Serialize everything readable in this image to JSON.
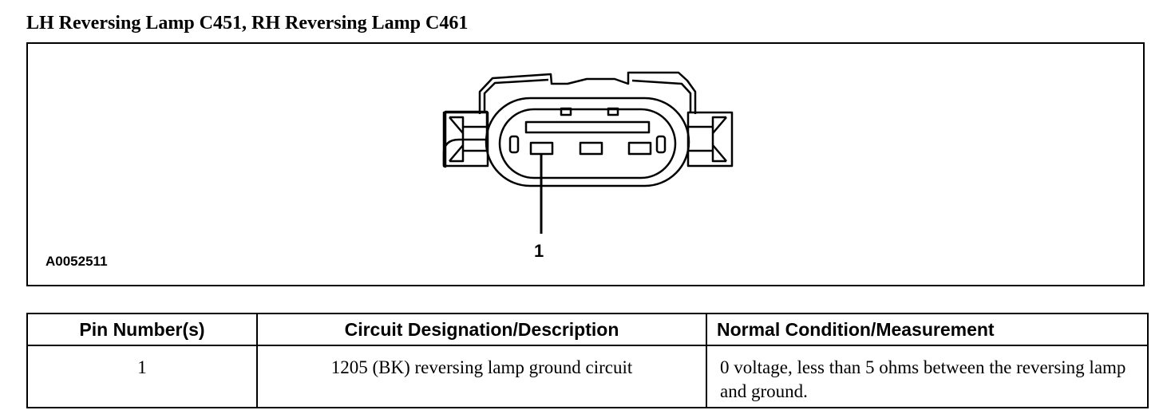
{
  "title": "LH Reversing Lamp C451, RH Reversing Lamp C461",
  "figure": {
    "id": "A0052511",
    "callout": "1"
  },
  "table": {
    "headers": [
      "Pin Number(s)",
      "Circuit Designation/Description",
      "Normal Condition/Measurement"
    ],
    "rows": [
      [
        "1",
        "1205 (BK) reversing lamp ground circuit",
        "0 voltage, less than 5 ohms between the reversing lamp and ground."
      ]
    ]
  }
}
